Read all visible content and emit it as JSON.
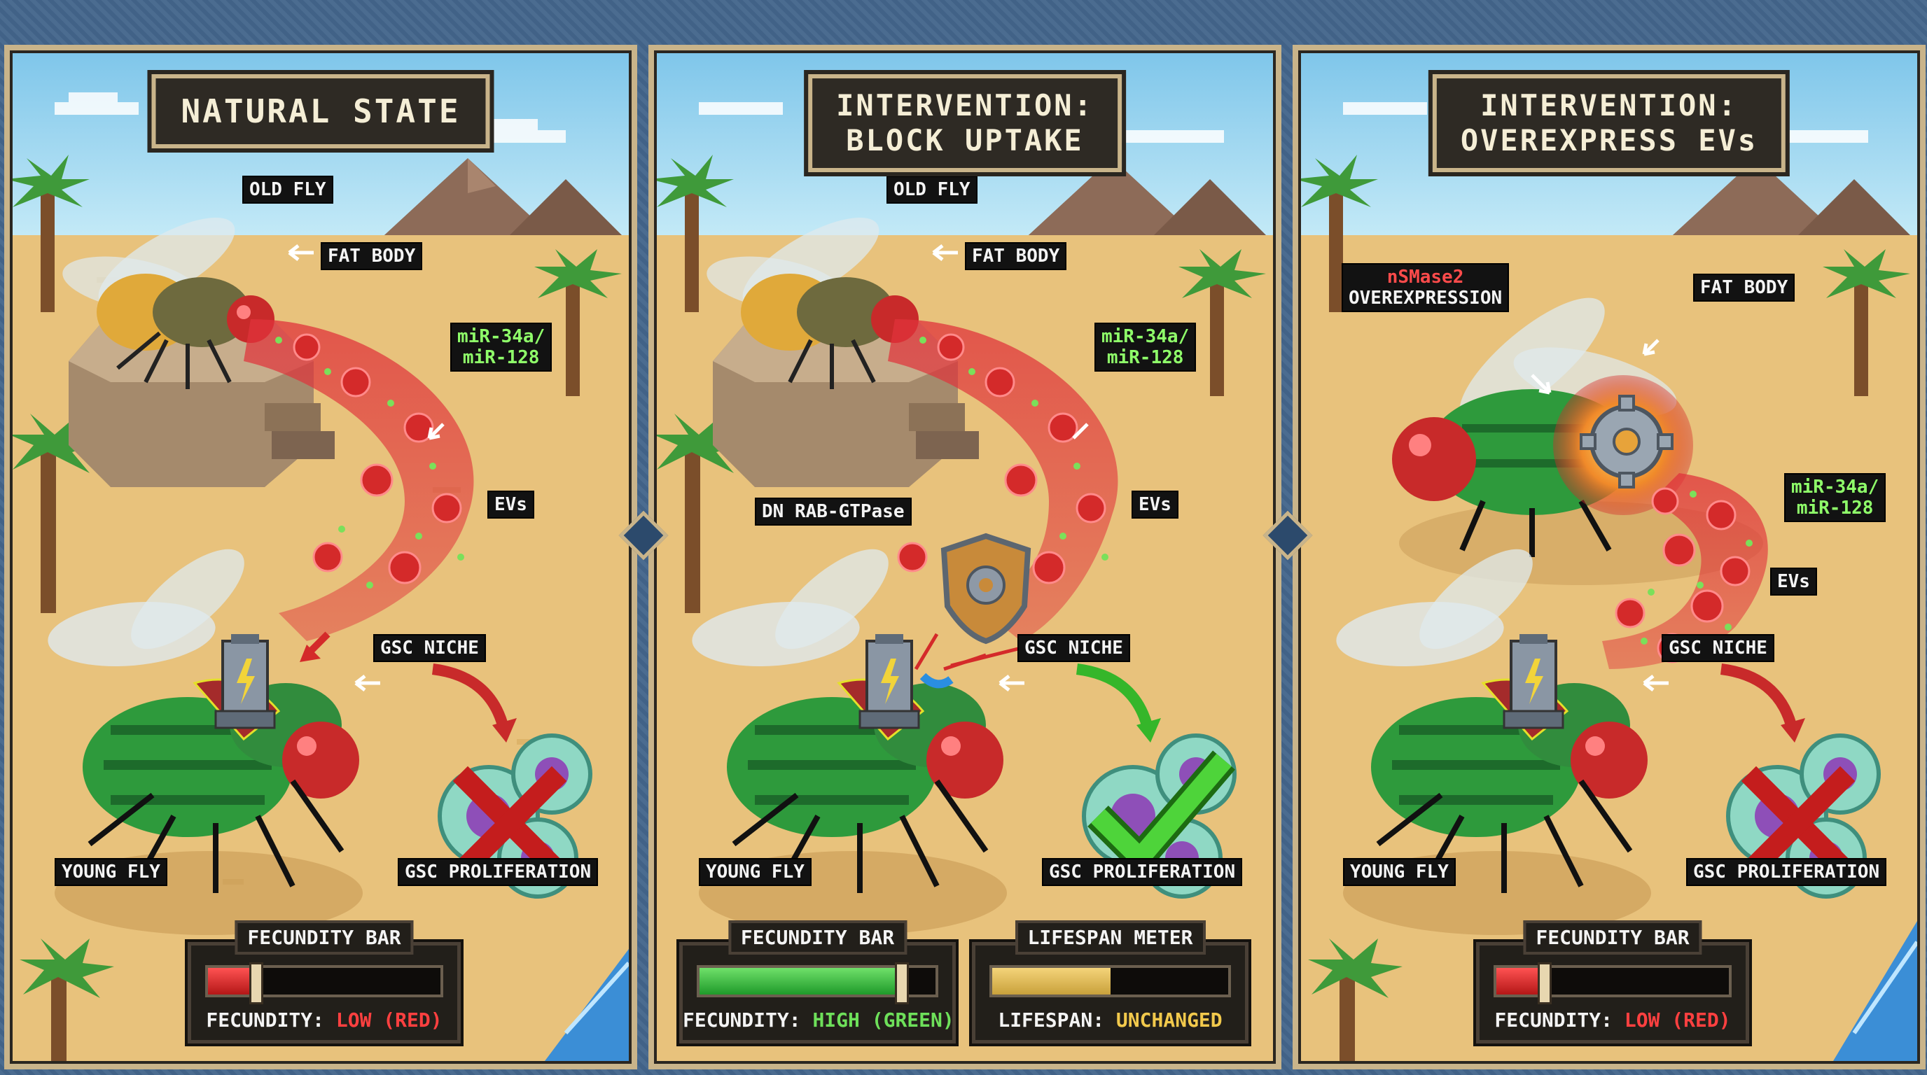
{
  "panels": [
    {
      "title_line1": "NATURAL STATE",
      "labels": {
        "old_fly": "OLD FLY",
        "fat_body": "FAT BODY",
        "mirna_line1": "miR-34a/",
        "mirna_line2": "miR-128",
        "evs": "EVs",
        "gsc_niche": "GSC NICHE",
        "young_fly": "YOUNG FLY",
        "gsc_proliferation": "GSC PROLIFERATION"
      },
      "meters": [
        {
          "title": "FECUNDITY BAR",
          "status_label": "FECUNDITY: ",
          "status_value": "LOW (RED)",
          "level": 0.2,
          "color": "#d22a2a"
        }
      ],
      "proliferation_outcome": "blocked"
    },
    {
      "title_line1": "INTERVENTION:",
      "title_line2": "BLOCK UPTAKE",
      "labels": {
        "old_fly": "OLD FLY",
        "fat_body": "FAT BODY",
        "mirna_line1": "miR-34a/",
        "mirna_line2": "miR-128",
        "evs": "EVs",
        "dn_rab": "DN RAB-GTPase",
        "gsc_niche": "GSC NICHE",
        "young_fly": "YOUNG FLY",
        "gsc_proliferation": "GSC PROLIFERATION"
      },
      "meters": [
        {
          "title": "FECUNDITY BAR",
          "status_label": "FECUNDITY: ",
          "status_value": "HIGH (GREEN)",
          "level": 0.85,
          "color": "#3bb83a"
        },
        {
          "title": "LIFESPAN METER",
          "status_label": "LIFESPAN: ",
          "status_value": "UNCHANGED",
          "level": 0.5,
          "color": "#e0b95a"
        }
      ],
      "proliferation_outcome": "allowed"
    },
    {
      "title_line1": "INTERVENTION:",
      "title_line2": "OVEREXPRESS EVs",
      "labels": {
        "nsmase2": "nSMase2",
        "overexpression": "OVEREXPRESSION",
        "fat_body": "FAT BODY",
        "mirna_line1": "miR-34a/",
        "mirna_line2": "miR-128",
        "evs": "EVs",
        "gsc_niche": "GSC NICHE",
        "young_fly": "YOUNG FLY",
        "gsc_proliferation": "GSC PROLIFERATION"
      },
      "meters": [
        {
          "title": "FECUNDITY BAR",
          "status_label": "FECUNDITY: ",
          "status_value": "LOW (RED)",
          "level": 0.2,
          "color": "#d22a2a"
        }
      ],
      "proliferation_outcome": "blocked"
    }
  ],
  "colors": {
    "sand": "#e8c27c",
    "sky": "#a9dcf2",
    "ev_red": "#d42a2a",
    "fly_green": "#2e9a3c",
    "title_bg": "#2e2a24",
    "frame": "#c9b48a",
    "border_blue": "#44668c"
  },
  "icons": [
    "palm-tree-icon",
    "mountain-icon",
    "fly-icon",
    "ev-vesicle-icon",
    "battery-niche-icon",
    "shield-gear-icon",
    "gear-icon",
    "cross-icon",
    "check-icon",
    "cell-cluster-icon"
  ]
}
